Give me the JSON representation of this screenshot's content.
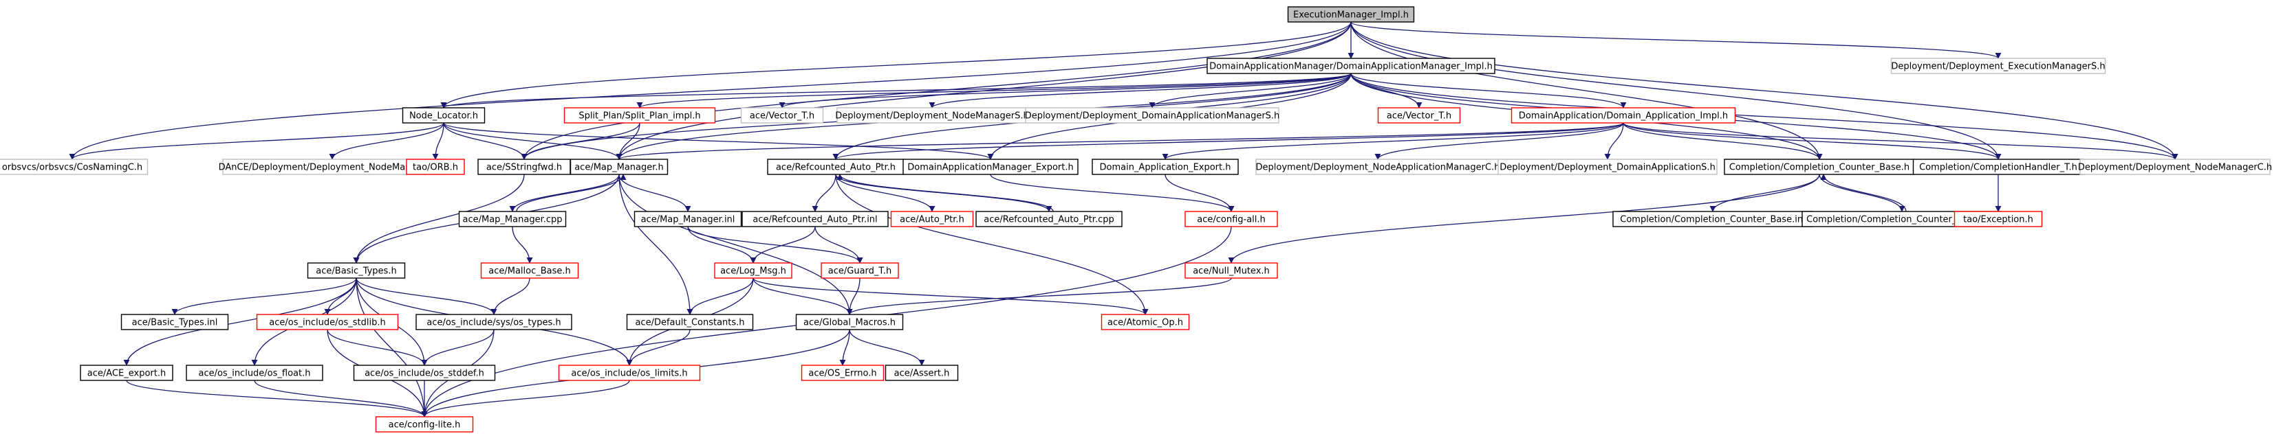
{
  "colors": {
    "edge": "#191970",
    "normal_border": "#000000",
    "red_border": "#ff0000",
    "grey_border": "#bfbfbf",
    "root_fill": "#bfbfbf"
  },
  "nodes": {
    "em_impl": {
      "label": "ExecutionManager_Impl.h",
      "style": "root"
    },
    "dam_impl": {
      "label": "DomainApplicationManager/DomainApplicationManager_Impl.h",
      "style": "black"
    },
    "exec_mgr_s": {
      "label": "Deployment/Deployment_ExecutionManagerS.h",
      "style": "grey"
    },
    "node_locator": {
      "label": "Node_Locator.h",
      "style": "black"
    },
    "split_plan": {
      "label": "Split_Plan/Split_Plan_impl.h",
      "style": "red"
    },
    "vector_t_grey": {
      "label": "ace/Vector_T.h",
      "style": "grey"
    },
    "node_mgr_s": {
      "label": "Deployment/Deployment_NodeManagerS.h",
      "style": "grey"
    },
    "dam_s": {
      "label": "Deployment/Deployment_DomainApplicationManagerS.h",
      "style": "grey"
    },
    "vector_t_red": {
      "label": "ace/Vector_T.h",
      "style": "red"
    },
    "dom_app_impl": {
      "label": "DomainApplication/Domain_Application_Impl.h",
      "style": "red"
    },
    "cos_naming": {
      "label": "orbsvcs/orbsvcs/CosNamingC.h",
      "style": "grey"
    },
    "dance_node_mgr": {
      "label": "DAnCE/Deployment/Deployment_NodeManagerC.h",
      "style": "grey"
    },
    "tao_orb": {
      "label": "tao/ORB.h",
      "style": "red"
    },
    "sstring_fwd": {
      "label": "ace/SStringfwd.h",
      "style": "black"
    },
    "map_manager": {
      "label": "ace/Map_Manager.h",
      "style": "black"
    },
    "refcounted_ptr": {
      "label": "ace/Refcounted_Auto_Ptr.h",
      "style": "black"
    },
    "dam_export": {
      "label": "DomainApplicationManager_Export.h",
      "style": "black"
    },
    "domain_app_export": {
      "label": "Domain_Application_Export.h",
      "style": "black"
    },
    "node_app_mgr_c": {
      "label": "Deployment/Deployment_NodeApplicationManagerC.h",
      "style": "grey"
    },
    "dom_app_s": {
      "label": "Deployment/Deployment_DomainApplicationS.h",
      "style": "grey"
    },
    "completion_base": {
      "label": "Completion/Completion_Counter_Base.h",
      "style": "black"
    },
    "completion_handler": {
      "label": "Completion/CompletionHandler_T.h",
      "style": "black"
    },
    "node_mgr_c": {
      "label": "Deployment/Deployment_NodeManagerC.h",
      "style": "grey"
    },
    "map_manager_cpp": {
      "label": "ace/Map_Manager.cpp",
      "style": "black"
    },
    "map_manager_inl": {
      "label": "ace/Map_Manager.inl",
      "style": "black"
    },
    "refcounted_ptr_inl": {
      "label": "ace/Refcounted_Auto_Ptr.inl",
      "style": "black"
    },
    "auto_ptr": {
      "label": "ace/Auto_Ptr.h",
      "style": "red"
    },
    "refcounted_ptr_cpp": {
      "label": "ace/Refcounted_Auto_Ptr.cpp",
      "style": "black"
    },
    "config_all": {
      "label": "ace/config-all.h",
      "style": "red"
    },
    "completion_base_inl": {
      "label": "Completion/Completion_Counter_Base.inl",
      "style": "black"
    },
    "completion_base_cpp": {
      "label": "Completion/Completion_Counter_Base.cpp",
      "style": "black"
    },
    "tao_exception": {
      "label": "tao/Exception.h",
      "style": "red"
    },
    "basic_types": {
      "label": "ace/Basic_Types.h",
      "style": "black"
    },
    "malloc_base": {
      "label": "ace/Malloc_Base.h",
      "style": "red"
    },
    "log_msg": {
      "label": "ace/Log_Msg.h",
      "style": "red"
    },
    "guard_t": {
      "label": "ace/Guard_T.h",
      "style": "red"
    },
    "null_mutex": {
      "label": "ace/Null_Mutex.h",
      "style": "red"
    },
    "basic_types_inl": {
      "label": "ace/Basic_Types.inl",
      "style": "black"
    },
    "os_stdlib": {
      "label": "ace/os_include/os_stdlib.h",
      "style": "red"
    },
    "os_sys_types": {
      "label": "ace/os_include/sys/os_types.h",
      "style": "black"
    },
    "default_constants": {
      "label": "ace/Default_Constants.h",
      "style": "black"
    },
    "global_macros": {
      "label": "ace/Global_Macros.h",
      "style": "black"
    },
    "atomic_op": {
      "label": "ace/Atomic_Op.h",
      "style": "red"
    },
    "ace_export": {
      "label": "ace/ACE_export.h",
      "style": "black"
    },
    "os_float": {
      "label": "ace/os_include/os_float.h",
      "style": "black"
    },
    "os_stddef": {
      "label": "ace/os_include/os_stddef.h",
      "style": "black"
    },
    "os_limits": {
      "label": "ace/os_include/os_limits.h",
      "style": "red"
    },
    "os_errno": {
      "label": "ace/OS_Errno.h",
      "style": "red"
    },
    "ace_assert": {
      "label": "ace/Assert.h",
      "style": "black"
    },
    "config_lite": {
      "label": "ace/config-lite.h",
      "style": "red"
    }
  },
  "edges": [
    [
      "em_impl",
      "dam_impl"
    ],
    [
      "em_impl",
      "exec_mgr_s"
    ],
    [
      "em_impl",
      "node_locator"
    ],
    [
      "em_impl",
      "sstring_fwd"
    ],
    [
      "em_impl",
      "map_manager"
    ],
    [
      "em_impl",
      "cos_naming"
    ],
    [
      "em_impl",
      "completion_base"
    ],
    [
      "em_impl",
      "completion_handler"
    ],
    [
      "em_impl",
      "node_mgr_c"
    ],
    [
      "dam_impl",
      "node_locator"
    ],
    [
      "dam_impl",
      "split_plan"
    ],
    [
      "dam_impl",
      "vector_t_grey"
    ],
    [
      "dam_impl",
      "node_mgr_s"
    ],
    [
      "dam_impl",
      "dam_s"
    ],
    [
      "dam_impl",
      "vector_t_red"
    ],
    [
      "dam_impl",
      "dom_app_impl"
    ],
    [
      "dam_impl",
      "map_manager"
    ],
    [
      "dam_impl",
      "dam_export"
    ],
    [
      "dam_impl",
      "completion_base"
    ],
    [
      "dam_impl",
      "completion_handler"
    ],
    [
      "dam_impl",
      "refcounted_ptr"
    ],
    [
      "dam_impl",
      "sstring_fwd"
    ],
    [
      "dam_impl",
      "node_mgr_c"
    ],
    [
      "node_locator",
      "cos_naming"
    ],
    [
      "node_locator",
      "dance_node_mgr"
    ],
    [
      "node_locator",
      "tao_orb"
    ],
    [
      "node_locator",
      "sstring_fwd"
    ],
    [
      "node_locator",
      "map_manager"
    ],
    [
      "node_locator",
      "dam_export"
    ],
    [
      "split_plan",
      "sstring_fwd"
    ],
    [
      "split_plan",
      "map_manager"
    ],
    [
      "dom_app_impl",
      "map_manager"
    ],
    [
      "dom_app_impl",
      "refcounted_ptr"
    ],
    [
      "dom_app_impl",
      "domain_app_export"
    ],
    [
      "dom_app_impl",
      "node_app_mgr_c"
    ],
    [
      "dom_app_impl",
      "dom_app_s"
    ],
    [
      "dom_app_impl",
      "completion_base"
    ],
    [
      "dom_app_impl",
      "completion_handler"
    ],
    [
      "dom_app_impl",
      "node_mgr_c"
    ],
    [
      "sstring_fwd",
      "basic_types"
    ],
    [
      "map_manager",
      "map_manager_cpp"
    ],
    [
      "map_manager",
      "map_manager_inl"
    ],
    [
      "map_manager",
      "basic_types"
    ],
    [
      "map_manager",
      "default_constants"
    ],
    [
      "map_manager",
      "global_macros"
    ],
    [
      "map_manager_cpp",
      "map_manager"
    ],
    [
      "map_manager_cpp",
      "malloc_base"
    ],
    [
      "map_manager_inl",
      "guard_t"
    ],
    [
      "map_manager_inl",
      "log_msg"
    ],
    [
      "refcounted_ptr",
      "refcounted_ptr_inl"
    ],
    [
      "refcounted_ptr",
      "auto_ptr"
    ],
    [
      "refcounted_ptr",
      "refcounted_ptr_cpp"
    ],
    [
      "refcounted_ptr",
      "atomic_op"
    ],
    [
      "refcounted_ptr_cpp",
      "refcounted_ptr"
    ],
    [
      "refcounted_ptr_inl",
      "guard_t"
    ],
    [
      "refcounted_ptr_inl",
      "log_msg"
    ],
    [
      "dam_export",
      "config_all"
    ],
    [
      "domain_app_export",
      "config_all"
    ],
    [
      "completion_base",
      "completion_base_inl"
    ],
    [
      "completion_base",
      "completion_base_cpp"
    ],
    [
      "completion_base",
      "null_mutex"
    ],
    [
      "completion_base_cpp",
      "completion_base"
    ],
    [
      "completion_handler",
      "tao_exception"
    ],
    [
      "malloc_base",
      "os_sys_types"
    ],
    [
      "log_msg",
      "default_constants"
    ],
    [
      "log_msg",
      "global_macros"
    ],
    [
      "log_msg",
      "atomic_op"
    ],
    [
      "log_msg",
      "os_limits"
    ],
    [
      "guard_t",
      "global_macros"
    ],
    [
      "null_mutex",
      "global_macros"
    ],
    [
      "config_all",
      "config_lite"
    ],
    [
      "basic_types",
      "basic_types_inl"
    ],
    [
      "basic_types",
      "os_stdlib"
    ],
    [
      "basic_types",
      "os_sys_types"
    ],
    [
      "basic_types",
      "os_float"
    ],
    [
      "basic_types",
      "os_stddef"
    ],
    [
      "basic_types",
      "os_limits"
    ],
    [
      "basic_types",
      "ace_export"
    ],
    [
      "basic_types",
      "config_lite"
    ],
    [
      "os_stdlib",
      "os_stddef"
    ],
    [
      "os_stdlib",
      "config_lite"
    ],
    [
      "os_sys_types",
      "os_stddef"
    ],
    [
      "os_sys_types",
      "config_lite"
    ],
    [
      "default_constants",
      "os_limits"
    ],
    [
      "global_macros",
      "os_errno"
    ],
    [
      "global_macros",
      "ace_assert"
    ],
    [
      "global_macros",
      "config_lite"
    ],
    [
      "ace_export",
      "config_lite"
    ],
    [
      "os_float",
      "config_lite"
    ],
    [
      "os_stddef",
      "config_lite"
    ],
    [
      "os_limits",
      "config_lite"
    ]
  ]
}
